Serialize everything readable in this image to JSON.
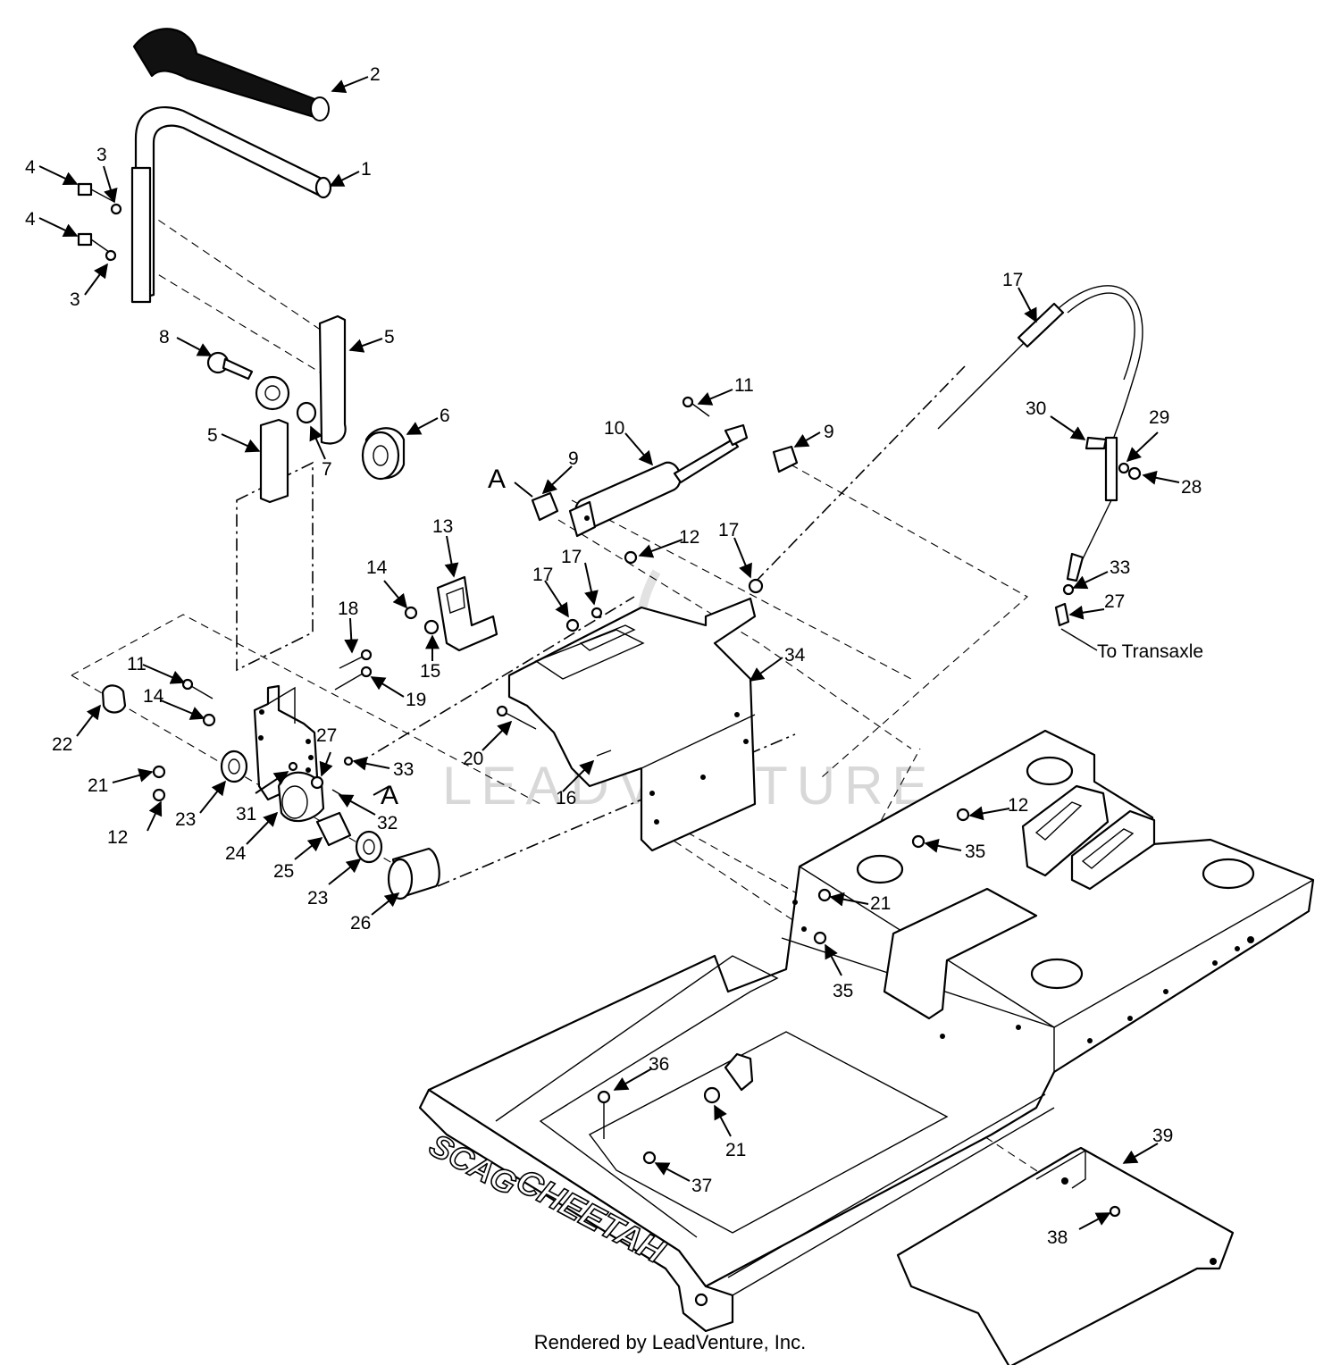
{
  "watermark": "LEADVENTURE",
  "footer": "Rendered by LeadVenture, Inc.",
  "deck_brand": {
    "left": "SCAG",
    "right": "CHEETAH"
  },
  "notes": {
    "to_transaxle": "To Transaxle"
  },
  "callouts": [
    {
      "id": "c1",
      "label": "1"
    },
    {
      "id": "c2",
      "label": "2"
    },
    {
      "id": "c3a",
      "label": "3"
    },
    {
      "id": "c3b",
      "label": "3"
    },
    {
      "id": "c4a",
      "label": "4"
    },
    {
      "id": "c4b",
      "label": "4"
    },
    {
      "id": "c5a",
      "label": "5"
    },
    {
      "id": "c5b",
      "label": "5"
    },
    {
      "id": "c6",
      "label": "6"
    },
    {
      "id": "c7",
      "label": "7"
    },
    {
      "id": "c8",
      "label": "8"
    },
    {
      "id": "c9a",
      "label": "9"
    },
    {
      "id": "c9b",
      "label": "9"
    },
    {
      "id": "c10",
      "label": "10"
    },
    {
      "id": "c11a",
      "label": "11"
    },
    {
      "id": "c11b",
      "label": "11"
    },
    {
      "id": "c12a",
      "label": "12"
    },
    {
      "id": "c12b",
      "label": "12"
    },
    {
      "id": "c12c",
      "label": "12"
    },
    {
      "id": "c13",
      "label": "13"
    },
    {
      "id": "c14a",
      "label": "14"
    },
    {
      "id": "c14b",
      "label": "14"
    },
    {
      "id": "c15",
      "label": "15"
    },
    {
      "id": "c16",
      "label": "16"
    },
    {
      "id": "c17a",
      "label": "17"
    },
    {
      "id": "c17b",
      "label": "17"
    },
    {
      "id": "c17c",
      "label": "17"
    },
    {
      "id": "c17d",
      "label": "17"
    },
    {
      "id": "c18",
      "label": "18"
    },
    {
      "id": "c19",
      "label": "19"
    },
    {
      "id": "c20",
      "label": "20"
    },
    {
      "id": "c21a",
      "label": "21"
    },
    {
      "id": "c21b",
      "label": "21"
    },
    {
      "id": "c21c",
      "label": "21"
    },
    {
      "id": "c22",
      "label": "22"
    },
    {
      "id": "c23a",
      "label": "23"
    },
    {
      "id": "c23b",
      "label": "23"
    },
    {
      "id": "c24",
      "label": "24"
    },
    {
      "id": "c25",
      "label": "25"
    },
    {
      "id": "c26",
      "label": "26"
    },
    {
      "id": "c27a",
      "label": "27"
    },
    {
      "id": "c27b",
      "label": "27"
    },
    {
      "id": "c28",
      "label": "28"
    },
    {
      "id": "c29",
      "label": "29"
    },
    {
      "id": "c30",
      "label": "30"
    },
    {
      "id": "c31",
      "label": "31"
    },
    {
      "id": "c32",
      "label": "32"
    },
    {
      "id": "c33a",
      "label": "33"
    },
    {
      "id": "c33b",
      "label": "33"
    },
    {
      "id": "c34",
      "label": "34"
    },
    {
      "id": "c35a",
      "label": "35"
    },
    {
      "id": "c35b",
      "label": "35"
    },
    {
      "id": "c36",
      "label": "36"
    },
    {
      "id": "c37",
      "label": "37"
    },
    {
      "id": "c38",
      "label": "38"
    },
    {
      "id": "c39",
      "label": "39"
    },
    {
      "id": "cAa",
      "label": "A"
    },
    {
      "id": "cAb",
      "label": "A"
    }
  ]
}
